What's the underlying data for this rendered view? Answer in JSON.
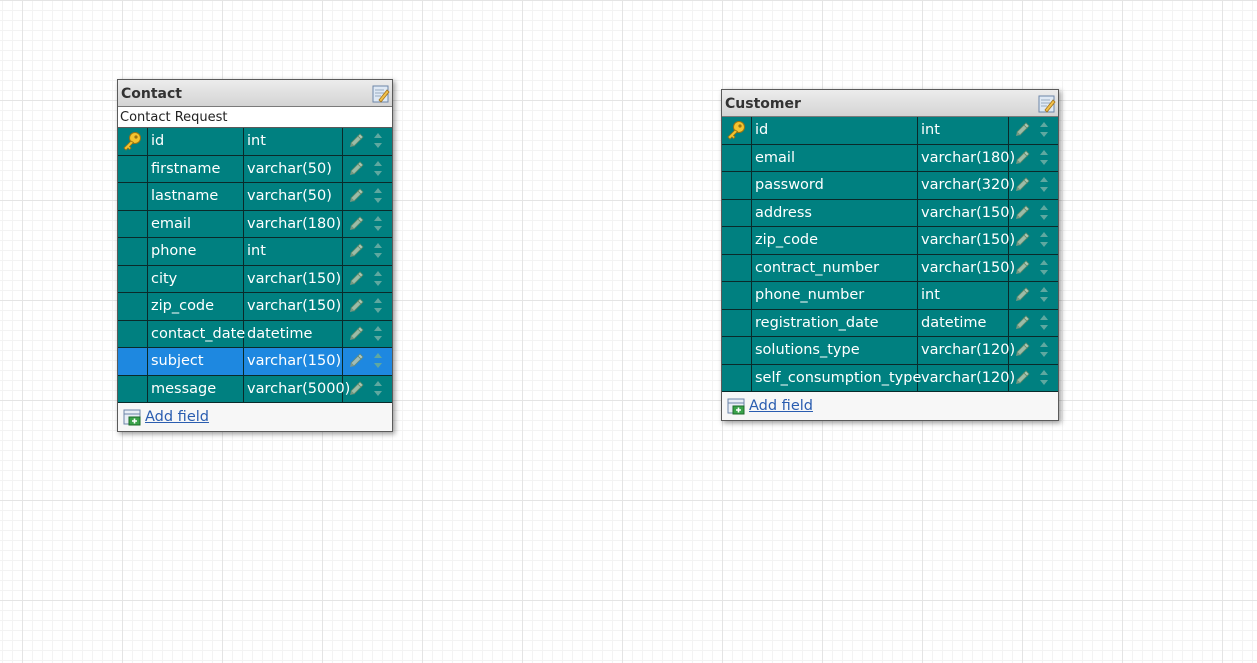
{
  "tables": {
    "contact": {
      "name": "Contact",
      "comment": "Contact Request",
      "add_field_label": "Add field",
      "fields": [
        {
          "name": "id",
          "type": "int",
          "primary_key": true
        },
        {
          "name": "firstname",
          "type": "varchar(50)"
        },
        {
          "name": "lastname",
          "type": "varchar(50)"
        },
        {
          "name": "email",
          "type": "varchar(180)"
        },
        {
          "name": "phone",
          "type": "int"
        },
        {
          "name": "city",
          "type": "varchar(150)"
        },
        {
          "name": "zip_code",
          "type": "varchar(150)"
        },
        {
          "name": "contact_date",
          "type": "datetime"
        },
        {
          "name": "subject",
          "type": "varchar(150)",
          "selected": true
        },
        {
          "name": "message",
          "type": "varchar(5000)"
        }
      ]
    },
    "customer": {
      "name": "Customer",
      "add_field_label": "Add field",
      "fields": [
        {
          "name": "id",
          "type": "int",
          "primary_key": true
        },
        {
          "name": "email",
          "type": "varchar(180)"
        },
        {
          "name": "password",
          "type": "varchar(320)"
        },
        {
          "name": "address",
          "type": "varchar(150)"
        },
        {
          "name": "zip_code",
          "type": "varchar(150)"
        },
        {
          "name": "contract_number",
          "type": "varchar(150)"
        },
        {
          "name": "phone_number",
          "type": "int"
        },
        {
          "name": "registration_date",
          "type": "datetime"
        },
        {
          "name": "solutions_type",
          "type": "varchar(120)"
        },
        {
          "name": "self_consumption_type",
          "type": "varchar(120)"
        }
      ]
    }
  },
  "colors": {
    "row_background": "#008080",
    "row_selected": "#1e88e0",
    "link": "#2a5db0"
  },
  "icons": {
    "primary_key": "key-icon",
    "edit_table": "edit-table-icon",
    "edit_field": "pencil-icon",
    "reorder_field": "up-down-arrows-icon",
    "add_field": "add-field-icon"
  }
}
